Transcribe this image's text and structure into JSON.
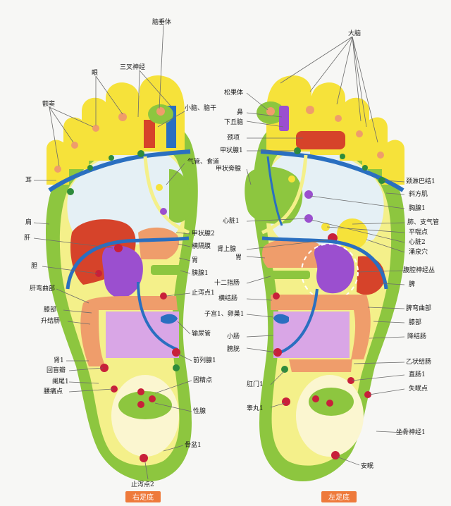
{
  "colors": {
    "background": "#f7f7f5",
    "outer_sole": "#8dc63f",
    "inner_sole": "#f4f08a",
    "heel_inner": "#fbf6d0",
    "toe": "#f6e23a",
    "head_zone": "#e5f0f5",
    "blue_line": "#2a6fc0",
    "red": "#d6432a",
    "purple": "#9b4fcf",
    "lilac": "#d9a6e6",
    "salmon": "#ef9d6b",
    "green_point": "#2e8b3c",
    "dot_red": "#c8203a",
    "title_box": "#ee7a3b",
    "leader_line": "#6b6b6b"
  },
  "titles": {
    "right_foot": "右足底",
    "left_foot": "左足底"
  },
  "right_foot_labels": {
    "nao_chui_ti": "脑垂体",
    "san_cha_shen_jing": "三叉神经",
    "yan": "眼",
    "e_dou": "额窦",
    "xiao_nao_nao_gan": "小脑、脑干",
    "qi_guan_shi_dao": "气管、食道",
    "er": "耳",
    "jian": "肩",
    "gan": "肝",
    "dan": "胆",
    "gan_wan_qu_bu": "肝弯曲部",
    "xi_bu": "膝部",
    "sheng_jie_chang": "升结肠",
    "shen": "肾1",
    "hui_mang_ban": "回盲瓣",
    "lan_wei": "阑尾1",
    "yao_tong_dian": "腰痛点",
    "jia_zhuang_xian": "甲状腺2",
    "heng_ge_mo": "横隔膜",
    "wei": "胃",
    "yi_xian": "胰腺1",
    "zhi_xie_dian": "止泻点1",
    "shu_niao_guan": "输尿管",
    "qian_lie_xian": "前列腺1",
    "gu_jing_dian": "固精点",
    "xing_xian": "性腺",
    "gu_pen": "骨盆1",
    "zhi_xie_dian_2": "止泻点2"
  },
  "left_foot_labels": {
    "da_nao": "大脑",
    "song_guo_ti": "松果体",
    "bi": "鼻",
    "xia_qiu_nao": "下丘脑",
    "jing_xiang": "颈项",
    "jia_zhuang_xian_1": "甲状腺1",
    "jia_zhuang_pang_xian": "甲状旁腺",
    "xin_zang": "心脏1",
    "shen_shang_xian": "肾上腺",
    "wei": "胃",
    "shi_er_zhi_chang": "十二指肠",
    "heng_jie_chang": "横结肠",
    "zi_gong_luan_chao": "子宫1、卵巢1",
    "xiao_chang": "小肠",
    "pang_guang": "膀胱",
    "gang_men": "肛门1",
    "gao_wan": "睾丸1",
    "lin_ba": "颈淋巴结1",
    "xie_fang_ji": "斜方肌",
    "xiong_xian": "胸腺1",
    "fei_zhi_qi_guan": "肺、支气管",
    "ping_chuan_dian": "平喘点",
    "xin_zang_2": "心脏2",
    "yong_quan_xue": "涌泉穴",
    "fu_qiang_shen_jing_cong": "腹腔神经丛",
    "pi": "脾",
    "pi_wan_qu_bu": "脾弯曲部",
    "xi_bu": "膝部",
    "jiang_jie_chang": "降结肠",
    "yi_zhuang_jie_chang": "乙状结肠",
    "zhi_chang": "直肠1",
    "shi_mian_dian": "失眠点",
    "zuo_gu_shen_jing": "坐骨神经1",
    "an_mian": "安眠"
  }
}
